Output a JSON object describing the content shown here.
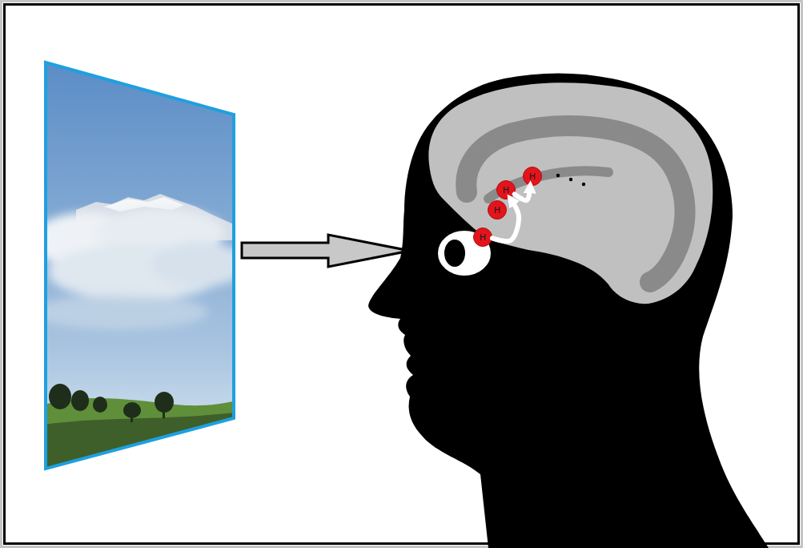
{
  "diagram": {
    "nodes": [
      {
        "text": [
          "H"
        ]
      },
      {
        "text": [
          "H"
        ]
      },
      {
        "text": [
          "H"
        ]
      },
      {
        "text": [
          "H"
        ]
      }
    ],
    "edges": [
      {
        "from": 0,
        "to": 2,
        "arrow": "to"
      },
      {
        "from": 2,
        "to": 3,
        "arrow": "to"
      }
    ]
  }
}
